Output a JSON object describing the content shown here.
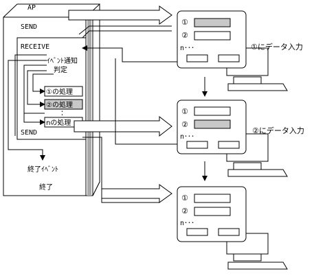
{
  "diagram": {
    "ap_label": "AP",
    "program": {
      "send_top": "SEND",
      "receive": "RECEIVE",
      "event_judge_line1": "ｲﾍﾞﾝﾄ通知",
      "event_judge_line2": "判定",
      "process_1": "①の処理",
      "process_2": "②の処理",
      "process_ellipsis": "：",
      "process_n": "nの処理",
      "send_bottom": "SEND",
      "end_event": "終了ｲﾍﾞﾝﾄ",
      "end": "終了"
    },
    "terminals": [
      {
        "field_1": "①",
        "field_2": "②",
        "more": "n･･･",
        "caption": "①にデータ入力",
        "highlighted_field": 1
      },
      {
        "field_1": "①",
        "field_2": "②",
        "more": "n･･･",
        "caption": "②にデータ入力",
        "highlighted_field": 2
      },
      {
        "field_1": "①",
        "field_2": "②",
        "more": "n･･･",
        "caption": "",
        "highlighted_field": 0
      }
    ]
  }
}
